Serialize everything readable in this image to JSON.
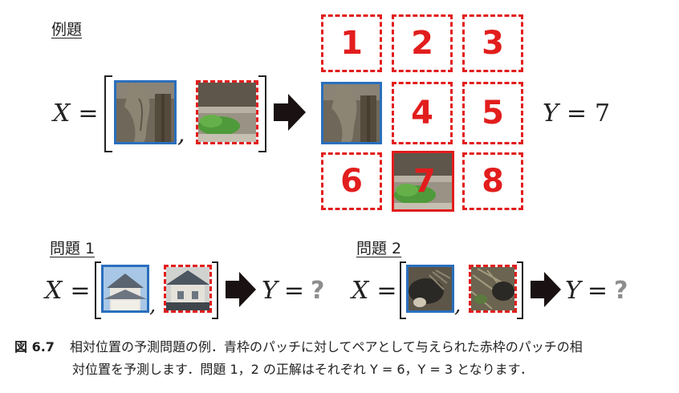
{
  "example_heading": "例題",
  "problem1_heading": "問題 1",
  "problem2_heading": "問題 2",
  "x_label": "X",
  "y_label": "Y",
  "equals": "=",
  "comma": ",",
  "example_answer": "7",
  "unknown": "?",
  "grid_numbers": [
    "1",
    "2",
    "3",
    "4",
    "5",
    "6",
    "7",
    "8"
  ],
  "caption": {
    "fig_label": "図 6.7",
    "line1": "相対位置の予測問題の例．青枠のパッチに対してペアとして与えられた赤枠のパッチの相",
    "line2": "対位置を予測します．問題 1，2 の正解はそれぞれ Y = 6，Y = 3 となります．"
  },
  "colors": {
    "blue_frame": "#2a6fbd",
    "red_frame": "#e21d1d",
    "arrow": "#1a1212",
    "question": "#8d8d8d"
  }
}
